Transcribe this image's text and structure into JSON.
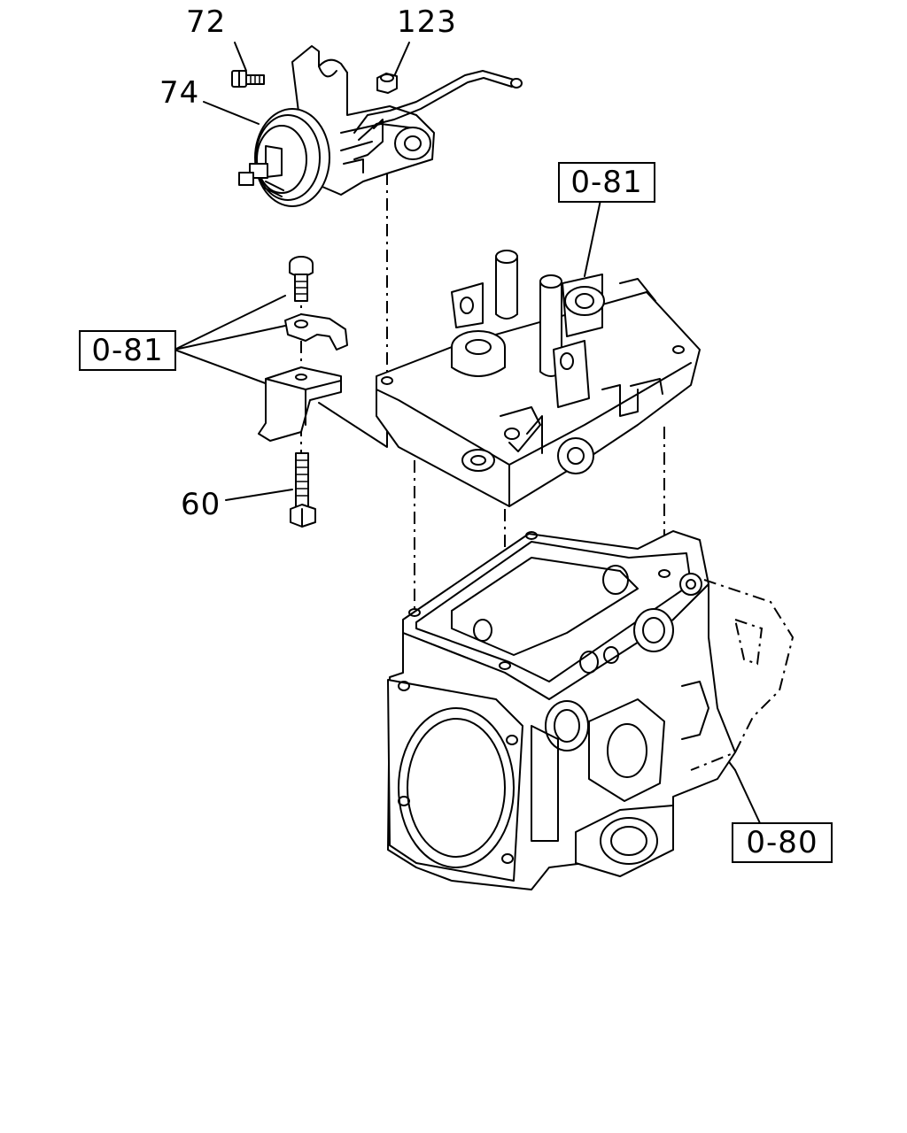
{
  "callouts": {
    "p72": "72",
    "p74": "74",
    "p123": "123",
    "p60": "60"
  },
  "refs": {
    "top_right": "0-81",
    "left": "0-81",
    "bottom_right": "0-80"
  }
}
